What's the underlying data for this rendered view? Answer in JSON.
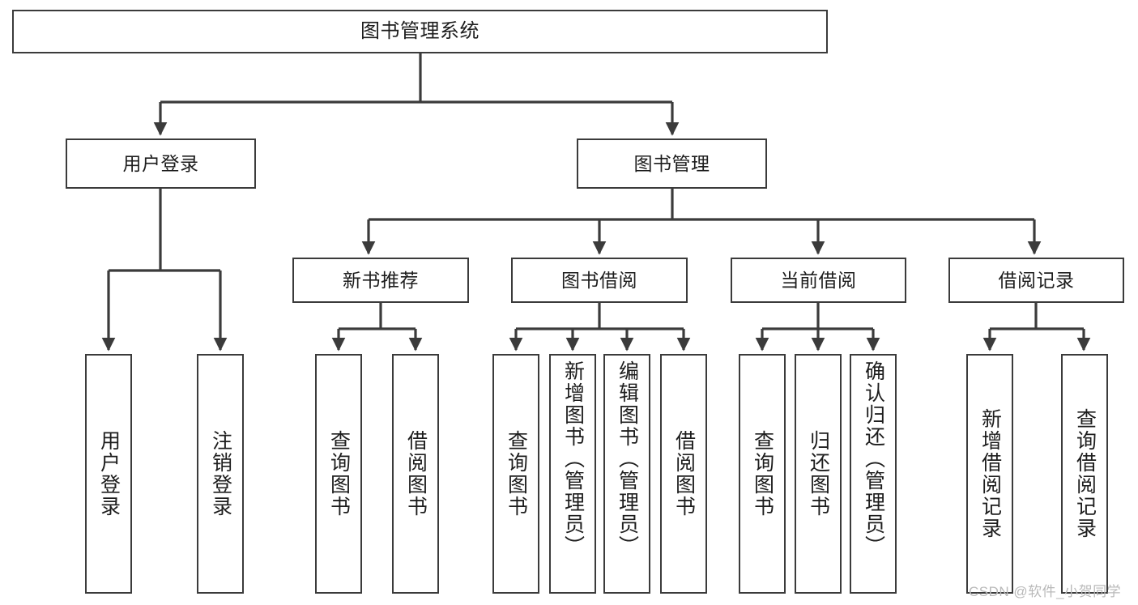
{
  "diagram": {
    "title": "图书管理系统",
    "type": "functional-structure-tree",
    "background_color": "#ffffff",
    "line_color": "#3b3b3b",
    "text_color": "#1d1d1d"
  },
  "root": {
    "label": "图书管理系统"
  },
  "tier2": [
    {
      "label": "用户登录"
    },
    {
      "label": "图书管理"
    }
  ],
  "tier3": [
    {
      "label": "新书推荐"
    },
    {
      "label": "图书借阅"
    },
    {
      "label": "当前借阅"
    },
    {
      "label": "借阅记录"
    }
  ],
  "leaves": {
    "user_login": [
      {
        "label": "用户登录"
      },
      {
        "label": "注销登录"
      }
    ],
    "new_book": [
      {
        "label": "查询图书"
      },
      {
        "label": "借阅图书"
      }
    ],
    "book_borrow": [
      {
        "label": "查询图书"
      },
      {
        "label": "新增图书（管理员）"
      },
      {
        "label": "编辑图书（管理员）"
      },
      {
        "label": "借阅图书"
      }
    ],
    "current_borrow": [
      {
        "label": "查询图书"
      },
      {
        "label": "归还图书"
      },
      {
        "label": "确认归还（管理员）"
      }
    ],
    "borrow_record": [
      {
        "label": "新增借阅记录"
      },
      {
        "label": "查询借阅记录"
      }
    ]
  },
  "watermark": {
    "text": "CSDN @软件_小贺同学"
  }
}
